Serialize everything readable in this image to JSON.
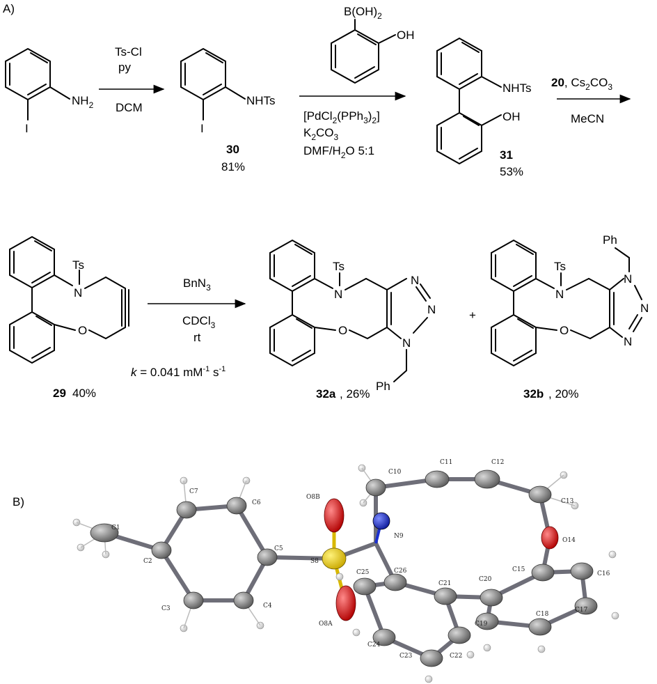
{
  "panel_labels": {
    "a": "A)",
    "b": "B)"
  },
  "reaction1": {
    "reagent_top": "Ts-Cl",
    "reagent_mid": "py",
    "solvent": "DCM",
    "start_nh2": "NH",
    "start_nh2_sub": "2",
    "iodo": "I"
  },
  "compound30": {
    "group": "NHTs",
    "iodo": "I",
    "number": "30",
    "yield": "81%"
  },
  "reaction2": {
    "boronic_B": "B(OH)",
    "boronic_sub": "2",
    "boronic_OH": "OH",
    "catalyst": "[PdCl",
    "catalyst_sub1": "2",
    "catalyst_mid": "(PPh",
    "catalyst_sub2": "3",
    "catalyst_end": ")",
    "catalyst_sub3": "2",
    "catalyst_end2": "]",
    "base": "K",
    "base_sub1": "2",
    "base_mid": "CO",
    "base_sub2": "3",
    "solvent": "DMF/H",
    "solvent_sub": "2",
    "solvent_end": "O 5:1"
  },
  "compound31": {
    "nhts": "NHTs",
    "oh": "OH",
    "number": "31",
    "yield": "53%"
  },
  "reaction3": {
    "reagent_num": "20",
    "reagent_rest": ", Cs",
    "reagent_sub1": "2",
    "reagent_mid": "CO",
    "reagent_sub2": "3",
    "solvent": "MeCN"
  },
  "compound29": {
    "ts": "Ts",
    "n": "N",
    "o": "O",
    "number": "29",
    "yield": "40%"
  },
  "reaction4": {
    "reagent": "BnN",
    "reagent_sub": "3",
    "solvent": "CDCl",
    "solvent_sub": "3",
    "temp": "rt",
    "rate_k": "k",
    "rate_text": " = 0.041 mM",
    "rate_sup1": "-1",
    "rate_s": " s",
    "rate_sup2": "-1"
  },
  "compound32a": {
    "ts": "Ts",
    "n": "N",
    "o": "O",
    "n1": "N",
    "n2": "N",
    "n3": "N",
    "ph": "Ph",
    "number": "32a",
    "yield": ", 26%"
  },
  "plus": "+",
  "compound32b": {
    "ts": "Ts",
    "n": "N",
    "o": "O",
    "n1": "N",
    "n2": "N",
    "n3": "N",
    "ph": "Ph",
    "number": "32b",
    "yield": ", 20%"
  },
  "crystal_atoms": [
    "C1",
    "C2",
    "C3",
    "C4",
    "C5",
    "C6",
    "C7",
    "S8",
    "O8B",
    "O8A",
    "N9",
    "C10",
    "C11",
    "C12",
    "C13",
    "O14",
    "C15",
    "C16",
    "C17",
    "C18",
    "C19",
    "C20",
    "C21",
    "C22",
    "C23",
    "C24",
    "C25",
    "C26"
  ],
  "colors": {
    "sulfur": "#f0d020",
    "oxygen": "#e01818",
    "nitrogen": "#1a2fd0",
    "carbon": "#8a8a8a",
    "hydrogen": "#f4f4f4"
  }
}
